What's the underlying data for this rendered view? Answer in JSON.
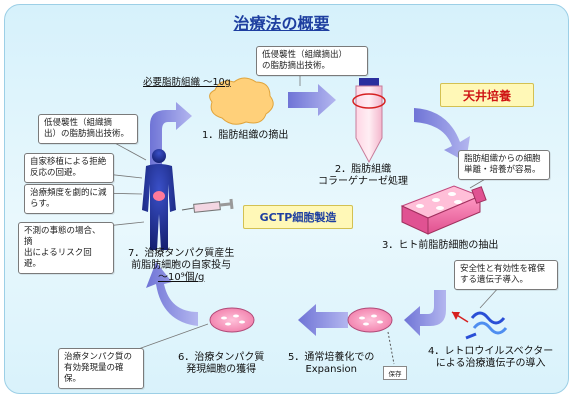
{
  "title": "治療法の概要",
  "badges": {
    "ceiling": "天井培養",
    "gctp": "GCTP細胞製造"
  },
  "fat_requirement": "必要脂肪組織 ～10g",
  "steps": {
    "s1": "1．脂肪組織の摘出",
    "s2_l1": "2．脂肪組織",
    "s2_l2": "コラーゲナーゼ処理",
    "s3": "3．ヒト前脂肪細胞の抽出",
    "s4_l1": "4．レトロウイルスベクター",
    "s4_l2": "による治療遺伝子の導入",
    "s5_l1": "5．通常培養化での",
    "s5_l2": "Expansion",
    "s6_l1": "6．治療タンパク質",
    "s6_l2": "発現細胞の獲得",
    "s7_l1": "7．治療タンパク質産生",
    "s7_l2": "前脂肪細胞の自家投与",
    "s7_l3": "～10⁹個/g"
  },
  "notes": {
    "top_l1": "低侵襲性（組織摘出）",
    "top_l2": "の脂肪摘出技術。",
    "left1_l1": "低侵襲性（組織摘",
    "left1_l2": "出）の脂肪摘出技術。",
    "left2_l1": "自家移植による拒絶",
    "left2_l2": "反応の回避。",
    "left3_l1": "治療頻度を劇的に減",
    "left3_l2": "らす。",
    "left4_l1": "不測の事態の場合、摘",
    "left4_l2": "出によるリスク回避。",
    "right1_l1": "脂肪組織からの細胞",
    "right1_l2": "単離・培養が容易。",
    "right2_l1": "安全性と有効性を確保",
    "right2_l2": "する遺伝子導入。",
    "bottom_l1": "治療タンパク質の",
    "bottom_l2": "有効発現量の確保。"
  },
  "storage_tag": "保存",
  "colors": {
    "arrow": "#8a8fe0",
    "title": "#1e3fa0",
    "ceiling_text": "#cf1515",
    "badge_bg": "#fff8b7"
  }
}
